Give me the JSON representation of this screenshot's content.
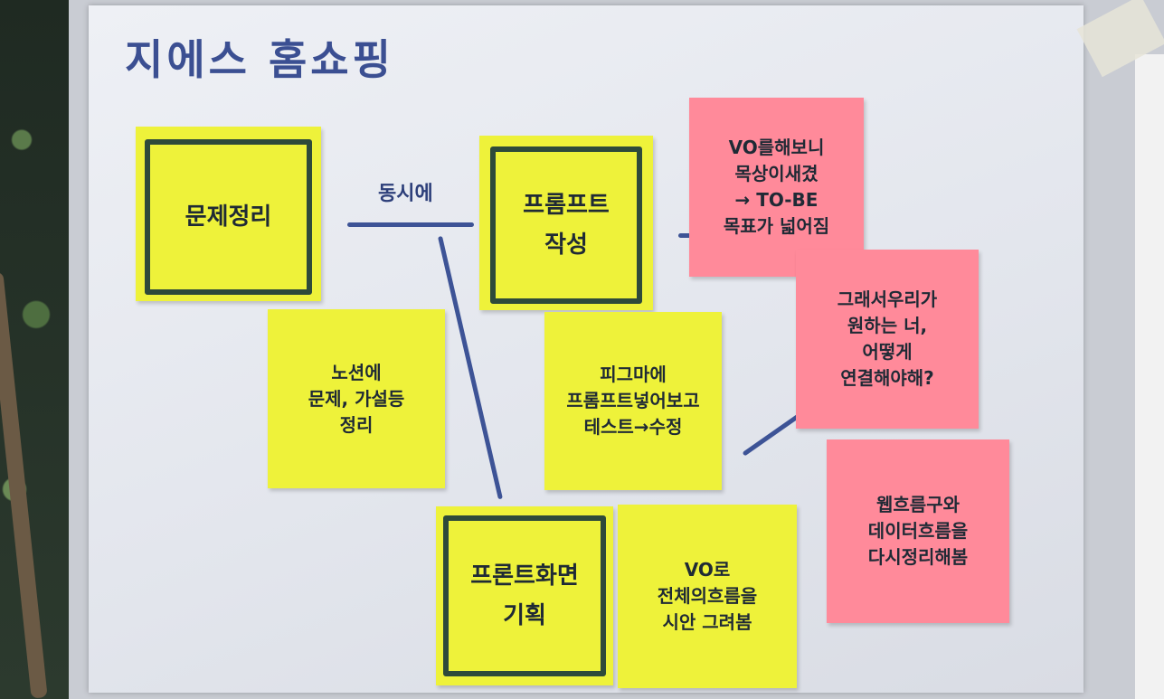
{
  "board": {
    "title": "지에스 홈쇼핑",
    "connector_label": "동시에"
  },
  "notes": {
    "problem": {
      "line1": "문제정리"
    },
    "notion": {
      "line1": "노션에",
      "line2": "문제, 가설등",
      "line3": "정리"
    },
    "prompt": {
      "line1": "프롬프트",
      "line2": "작성"
    },
    "figma": {
      "line1": "피그마에",
      "line2": "프롬프트넣어보고",
      "line3": "테스트→수정"
    },
    "front": {
      "line1": "프론트화면",
      "line2": "기획"
    },
    "vo_flow": {
      "line1": "VO로",
      "line2": "전체의흐름을",
      "line3": "시안 그려봄"
    },
    "pink_vo": {
      "line1": "VO를해보니",
      "line2": "목상이새겼",
      "line3": "→ TO-BE",
      "line4": "목표가 넓어짐"
    },
    "pink_then": {
      "line1": "그래서우리가",
      "line2": "원하는 너,",
      "line3": "어떻게",
      "line4": "연결해야해?"
    },
    "pink_web": {
      "line1": "웹흐름구와",
      "line2": "데이터흐름을",
      "line3": "다시정리해봄"
    }
  },
  "colors": {
    "yellow_note": "#eef23a",
    "pink_note": "#ff8a9a",
    "marker_blue": "#3b4f92",
    "marker_green": "#2e4a3a"
  }
}
